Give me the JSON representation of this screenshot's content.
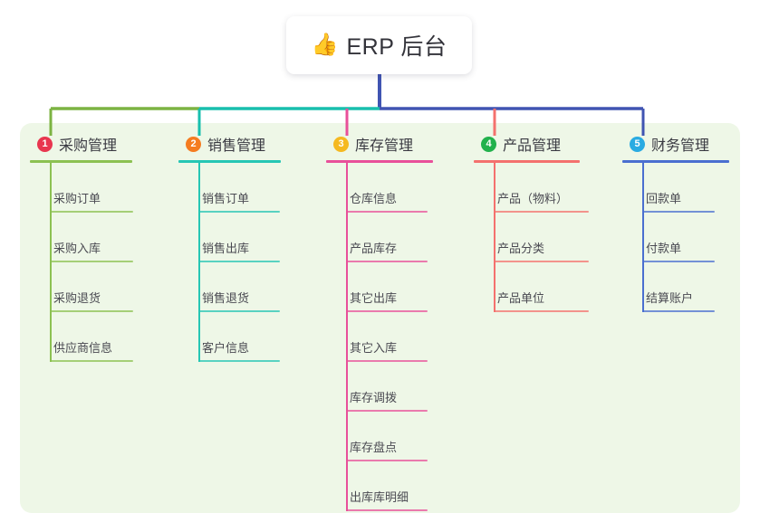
{
  "root": {
    "icon": "thumbs-up-icon",
    "emoji": "👍",
    "title": "ERP 后台"
  },
  "canvas": {
    "background": "#ffffff",
    "card_background": "#eef7e7",
    "trunk_color": "#4054b2"
  },
  "branches": [
    {
      "number": "1",
      "title": "采购管理",
      "badge_color": "#e8364f",
      "line_color": "#8cc152",
      "connector_color": "#7cb342",
      "items": [
        {
          "label": "采购订单"
        },
        {
          "label": "采购入库"
        },
        {
          "label": "采购退货"
        },
        {
          "label": "供应商信息"
        }
      ]
    },
    {
      "number": "2",
      "title": "销售管理",
      "badge_color": "#f57c20",
      "line_color": "#26c6b4",
      "connector_color": "#18bfae",
      "items": [
        {
          "label": "销售订单"
        },
        {
          "label": "销售出库"
        },
        {
          "label": "销售退货"
        },
        {
          "label": "客户信息"
        }
      ]
    },
    {
      "number": "3",
      "title": "库存管理",
      "badge_color": "#f5b921",
      "line_color": "#e8509a",
      "connector_color": "#e8509a",
      "items": [
        {
          "label": "仓库信息"
        },
        {
          "label": "产品库存"
        },
        {
          "label": "其它出库"
        },
        {
          "label": "其它入库"
        },
        {
          "label": "库存调拨"
        },
        {
          "label": "库存盘点"
        },
        {
          "label": "出库库明细"
        }
      ]
    },
    {
      "number": "4",
      "title": "产品管理",
      "badge_color": "#22b14c",
      "line_color": "#f4716e",
      "connector_color": "#f4716e",
      "items": [
        {
          "label": "产品（物料）"
        },
        {
          "label": "产品分类"
        },
        {
          "label": "产品单位"
        }
      ]
    },
    {
      "number": "5",
      "title": "财务管理",
      "badge_color": "#29abe2",
      "line_color": "#4a6fd0",
      "connector_color": "#4054b2",
      "items": [
        {
          "label": "回款单"
        },
        {
          "label": "付款单"
        },
        {
          "label": "结算账户"
        }
      ]
    }
  ]
}
